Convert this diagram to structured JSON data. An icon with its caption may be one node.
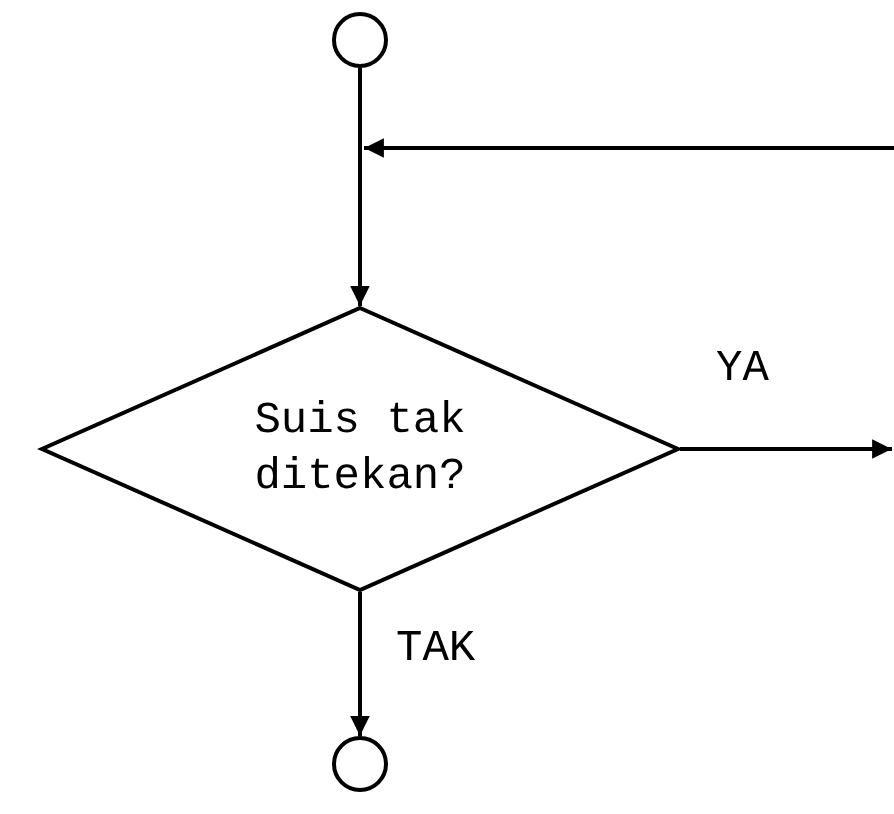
{
  "diagram": {
    "nodes": [
      {
        "text": [],
        "shape": "circle"
      },
      {
        "text": [
          "Suis tak ditekan?"
        ]
      },
      {
        "text": [],
        "shape": "circle"
      }
    ],
    "edges": [
      {
        "from": 0,
        "to": 1,
        "arrow": "to"
      },
      {
        "from": null,
        "to": 1,
        "arrow": "to"
      },
      {
        "from": 1,
        "to": null,
        "arrow": "to",
        "label": "YA"
      },
      {
        "from": 1,
        "to": 2,
        "arrow": "to",
        "label": "TAK"
      }
    ]
  }
}
